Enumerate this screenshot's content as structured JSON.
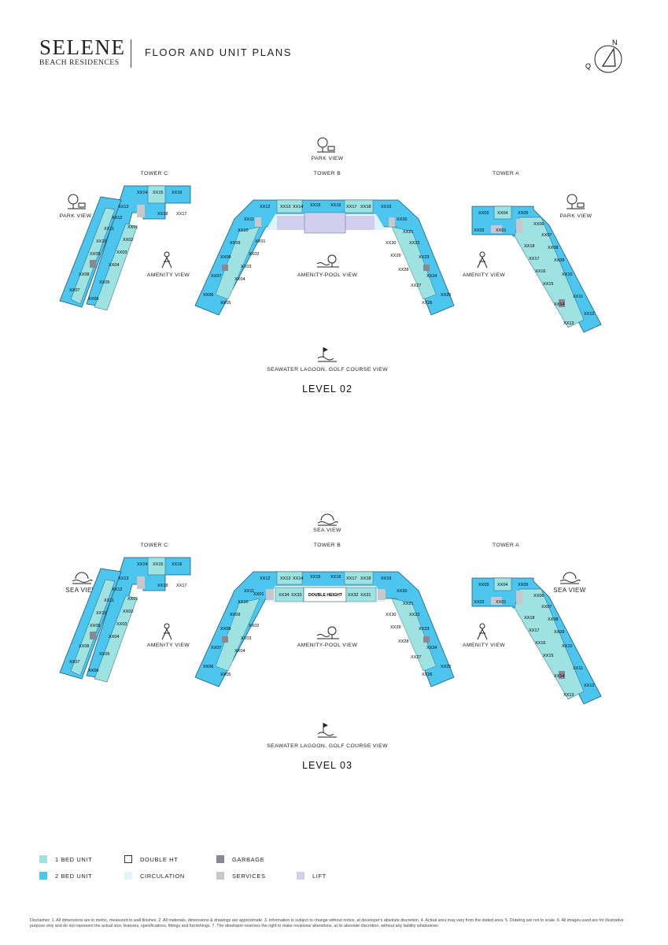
{
  "brand": {
    "name": "SELENE",
    "sub": "BEACH RESIDENCES"
  },
  "header": {
    "title": "FLOOR AND UNIT PLANS"
  },
  "compass": {
    "n": "N",
    "q": "Q"
  },
  "colors": {
    "one_bed": "#9ee3e1",
    "two_bed": "#4cc6ef",
    "double_ht": "#ffffff",
    "circulation": "#ddf4fa",
    "garbage": "#8d8792",
    "services": "#c8c8cc",
    "lift": "#d2cfee"
  },
  "levels": [
    {
      "title": "LEVEL 02",
      "top_view": "PARK VIEW",
      "bottom_view": "SEAWATER LAGOON, GOLF COURSE VIEW",
      "center_view": "AMENITY-POOL VIEW",
      "left_view": "PARK VIEW",
      "right_view": "PARK VIEW",
      "tower_c_amenity": "AMENITY VIEW",
      "tower_a_amenity": "AMENITY VIEW",
      "tower_c": "TOWER C",
      "tower_b": "TOWER B",
      "tower_a": "TOWER A",
      "center_label": "",
      "tc_units": [
        "XX14",
        "XX15",
        "XX16",
        "XX13",
        "XX18",
        "XX17",
        "XX12",
        "XX11",
        "XX01",
        "XX10",
        "XX02",
        "XX09",
        "XX03",
        "XX08",
        "XX04",
        "XX07",
        "XX05",
        "XX06"
      ],
      "tb_units": [
        "XX12",
        "XX13",
        "XX14",
        "XX15",
        "XX16",
        "XX17",
        "XX18",
        "XX19",
        "XX11",
        "XX20",
        "XX10",
        "XX01",
        "XX21",
        "XX09",
        "XX02",
        "XX30",
        "XX22",
        "XX08",
        "XX03",
        "XX29",
        "XX23",
        "XX07",
        "XX04",
        "XX28",
        "XX24",
        "XX06",
        "XX05",
        "XX27",
        "XX25",
        "XX26"
      ],
      "ta_units": [
        "XX03",
        "XX04",
        "XX05",
        "XX02",
        "XX01",
        "XX06",
        "XX07",
        "XX18",
        "XX08",
        "XX17",
        "XX09",
        "XX16",
        "XX10",
        "XX15",
        "XX11",
        "XX14",
        "XX12",
        "XX13"
      ]
    },
    {
      "title": "LEVEL 03",
      "top_view": "SEA VIEW",
      "bottom_view": "SEAWATER LAGOON, GOLF COURSE VIEW",
      "center_view": "AMENITY-POOL VIEW",
      "left_view": "SEA VIEW",
      "right_view": "SEA VIEW",
      "tower_c_amenity": "AMENITY VIEW",
      "tower_a_amenity": "AMENITY VIEW",
      "tower_c": "TOWER C",
      "tower_b": "TOWER B",
      "tower_a": "TOWER A",
      "center_label": "DOUBLE HEIGHT",
      "tc_units": [
        "XX14",
        "XX15",
        "XX16",
        "XX13",
        "XX18",
        "XX17",
        "XX12",
        "XX11",
        "XX01",
        "XX10",
        "XX02",
        "XX09",
        "XX03",
        "XX08",
        "XX04",
        "XX07",
        "XX05",
        "XX06"
      ],
      "tb_units": [
        "XX12",
        "XX13",
        "XX14",
        "XX15",
        "XX16",
        "XX17",
        "XX18",
        "XX19",
        "XX11",
        "XX20",
        "XX10",
        "XX01",
        "XX34",
        "XX33",
        "XX32",
        "XX31",
        "XX21",
        "XX09",
        "XX02",
        "XX30",
        "XX22",
        "XX08",
        "XX03",
        "XX29",
        "XX23",
        "XX07",
        "XX04",
        "XX28",
        "XX24",
        "XX06",
        "XX05",
        "XX27",
        "XX25",
        "XX26"
      ],
      "ta_units": [
        "XX03",
        "XX04",
        "XX05",
        "XX02",
        "XX01",
        "XX06",
        "XX07",
        "XX18",
        "XX08",
        "XX17",
        "XX09",
        "XX16",
        "XX10",
        "XX15",
        "XX11",
        "XX14",
        "XX12",
        "XX13"
      ]
    }
  ],
  "legend": [
    {
      "label": "1 BED UNIT",
      "color": "#9ee3e1"
    },
    {
      "label": "2 BED UNIT",
      "color": "#4cc6ef"
    },
    {
      "label": "DOUBLE HT",
      "color": "#ffffff"
    },
    {
      "label": "CIRCULATION",
      "color": "#ddf4fa"
    },
    {
      "label": "GARBAGE",
      "color": "#8d8792"
    },
    {
      "label": "SERVICES",
      "color": "#c8c8cc"
    },
    {
      "label": "LIFT",
      "color": "#d2cfee"
    }
  ],
  "disclaimer": "Disclaimer: 1. All dimensions are in metric, measured to wall finishes. 2. All materials, dimensions & drawings are approximate. 3. Information is subject to change without notice, at developer's absolute discretion. 4. Actual area may vary from the stated area. 5. Drawing are not to scale. 6. All images used are for illustrative purpose only and do not represent the actual size, features, specifications, fittings and furnishings. 7. The developer reserves the right to make revisions/ alterations, at its absolute discretion, without any liability whatsoever."
}
